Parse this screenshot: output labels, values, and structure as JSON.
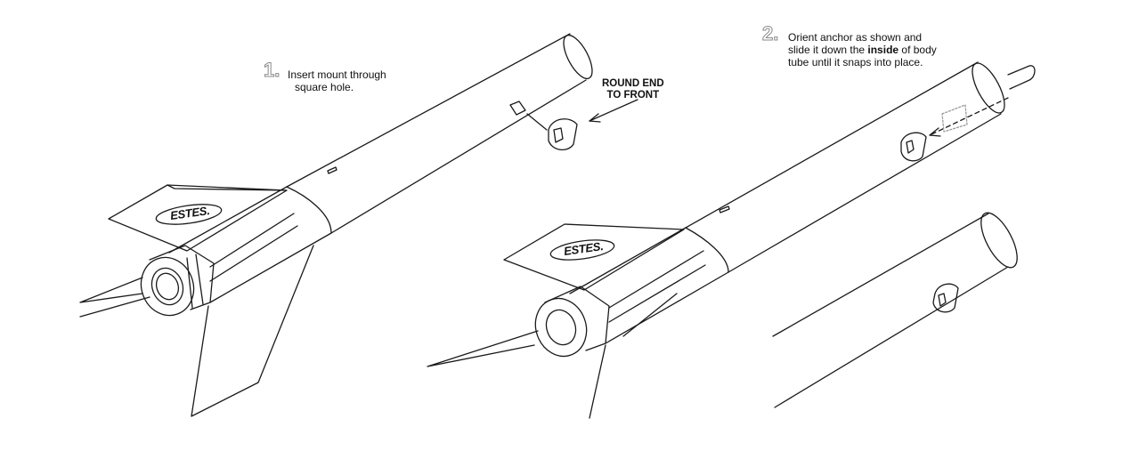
{
  "step1": {
    "number": "1.",
    "line1": "Insert mount through",
    "line2": "square hole."
  },
  "callout": {
    "line1": "ROUND END",
    "line2": "TO FRONT"
  },
  "step2": {
    "number": "2.",
    "line1": "Orient anchor as shown and",
    "line2_pre": "slide it down the ",
    "line2_bold": "inside",
    "line2_post": " of body",
    "line3": "tube until it snaps into place."
  },
  "logo": {
    "text": "ESTES."
  },
  "colors": {
    "ink": "#1a1a1a",
    "step_number": "#8a8a8a",
    "paper": "#ffffff"
  }
}
